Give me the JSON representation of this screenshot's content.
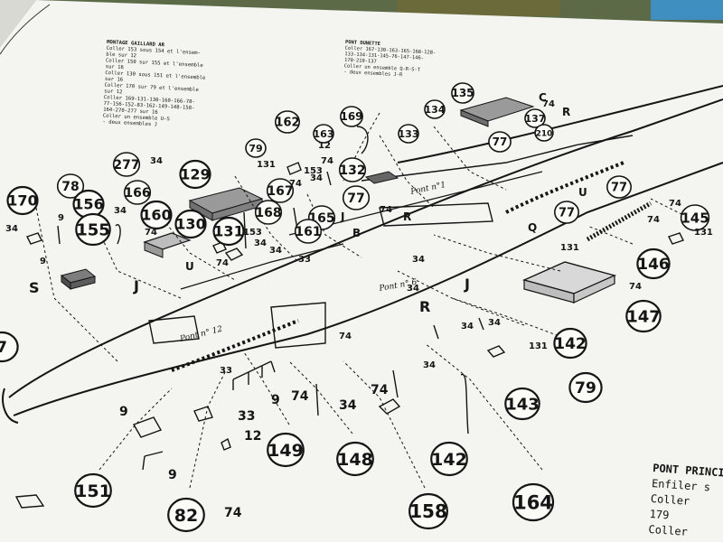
{
  "sheet": {
    "paper_color": "#f4f4f1",
    "ink_color": "#151515",
    "bg_color": "#5c6a48"
  },
  "notes": {
    "left": [
      "MONTAGE GAILLARD AR",
      "Coller 153 sous 154 et l'ensem-",
      "ble sur 12",
      "Coller 150 sur 155 et l'ensemble",
      "sur 16",
      "Coller 130 sous 151 et l'ensemble",
      "sur 16",
      "Coller 170 sur 79 et l'ensemble",
      "sur 12",
      "Coller 169-131-130-160-166-78-",
      "77-156-152-83-162-149-148-158-",
      "164-270-277 sur 16",
      "Coller un ensemble U-S",
      "- deux ensembles J"
    ],
    "center": [
      "PONT DUNETTE",
      "Coller 167-130-163-165-168-128-",
      "133-134-131-145-76-147-146-",
      "170-210-137",
      "Coller un ensemble Q-R-S-T",
      "- deux ensembles J-R"
    ],
    "bottom_right": [
      "PONT PRINCI",
      "Enfiler s",
      "Coller ",
      "179",
      "Coller "
    ]
  },
  "callouts": [
    {
      "id": "c277",
      "label": "277"
    },
    {
      "id": "c129",
      "label": "129"
    },
    {
      "id": "c162",
      "label": "162"
    },
    {
      "id": "c79a",
      "label": "79"
    },
    {
      "id": "c132",
      "label": "132"
    },
    {
      "id": "c170",
      "label": "170"
    },
    {
      "id": "c78",
      "label": "78"
    },
    {
      "id": "c156",
      "label": "156"
    },
    {
      "id": "c155",
      "label": "155"
    },
    {
      "id": "c166",
      "label": "166"
    },
    {
      "id": "c160",
      "label": "160"
    },
    {
      "id": "c130",
      "label": "130"
    },
    {
      "id": "c131",
      "label": "131"
    },
    {
      "id": "c168",
      "label": "168"
    },
    {
      "id": "c167",
      "label": "167"
    },
    {
      "id": "c165",
      "label": "165"
    },
    {
      "id": "c161",
      "label": "161"
    },
    {
      "id": "c77a",
      "label": "77"
    },
    {
      "id": "c163",
      "label": "163"
    },
    {
      "id": "c169",
      "label": "169"
    },
    {
      "id": "c133",
      "label": "133"
    },
    {
      "id": "c134",
      "label": "134"
    },
    {
      "id": "c135",
      "label": "135"
    },
    {
      "id": "c137",
      "label": "137"
    },
    {
      "id": "c210",
      "label": "210"
    },
    {
      "id": "c77b",
      "label": "77"
    },
    {
      "id": "c77c",
      "label": "77"
    },
    {
      "id": "c77d",
      "label": "77"
    },
    {
      "id": "c145",
      "label": "145"
    },
    {
      "id": "c146",
      "label": "146"
    },
    {
      "id": "c147",
      "label": "147"
    },
    {
      "id": "c142a",
      "label": "142"
    },
    {
      "id": "c79b",
      "label": "79"
    },
    {
      "id": "c143",
      "label": "143"
    },
    {
      "id": "c142b",
      "label": "142"
    },
    {
      "id": "c164",
      "label": "164"
    },
    {
      "id": "c158",
      "label": "158"
    },
    {
      "id": "c148",
      "label": "148"
    },
    {
      "id": "c149",
      "label": "149"
    },
    {
      "id": "c82",
      "label": "82"
    },
    {
      "id": "c151",
      "label": "151"
    },
    {
      "id": "c7",
      "label": "7"
    }
  ],
  "numbers": [
    {
      "id": "n34a",
      "label": "34"
    },
    {
      "id": "n131a",
      "label": "131"
    },
    {
      "id": "n74a",
      "label": "74"
    },
    {
      "id": "n153",
      "label": "153"
    },
    {
      "id": "n34b",
      "label": "34"
    },
    {
      "id": "n12",
      "label": "12"
    },
    {
      "id": "n74b",
      "label": "74"
    },
    {
      "id": "n34c",
      "label": "34"
    },
    {
      "id": "n9a",
      "label": "9"
    },
    {
      "id": "n34d",
      "label": "34"
    },
    {
      "id": "n74c",
      "label": "74"
    },
    {
      "id": "n34e",
      "label": "34"
    },
    {
      "id": "n153b",
      "label": "153"
    },
    {
      "id": "n34f",
      "label": "34"
    },
    {
      "id": "n74d",
      "label": "74"
    },
    {
      "id": "n33",
      "label": "33"
    },
    {
      "id": "n9b",
      "label": "9"
    },
    {
      "id": "n74e",
      "label": "74"
    },
    {
      "id": "n34g",
      "label": "34"
    },
    {
      "id": "n131b",
      "label": "131"
    },
    {
      "id": "n74f",
      "label": "74"
    },
    {
      "id": "n74g",
      "label": "74"
    },
    {
      "id": "n74h",
      "label": "74"
    },
    {
      "id": "n34h",
      "label": "34"
    },
    {
      "id": "n131c",
      "label": "131"
    },
    {
      "id": "n34i",
      "label": "34"
    },
    {
      "id": "n131d",
      "label": "131"
    },
    {
      "id": "n34j",
      "label": "34"
    },
    {
      "id": "n74i",
      "label": "74"
    },
    {
      "id": "n33b",
      "label": "33"
    },
    {
      "id": "n33c",
      "label": "33"
    },
    {
      "id": "n9c",
      "label": "9"
    },
    {
      "id": "n74j",
      "label": "74"
    },
    {
      "id": "n34k",
      "label": "34"
    },
    {
      "id": "n74k",
      "label": "74"
    },
    {
      "id": "n12b",
      "label": "12"
    },
    {
      "id": "n74l",
      "label": "74"
    },
    {
      "id": "n9d",
      "label": "9"
    },
    {
      "id": "n9e",
      "label": "9"
    },
    {
      "id": "n34l",
      "label": "34"
    },
    {
      "id": "n74m",
      "label": "74"
    }
  ],
  "letters": [
    {
      "id": "lJ1",
      "label": "J"
    },
    {
      "id": "lJ2",
      "label": "J"
    },
    {
      "id": "lJ3",
      "label": "J"
    },
    {
      "id": "lU1",
      "label": "U"
    },
    {
      "id": "lU2",
      "label": "U"
    },
    {
      "id": "lS",
      "label": "S"
    },
    {
      "id": "lR1",
      "label": "R"
    },
    {
      "id": "lR2",
      "label": "R"
    },
    {
      "id": "lR3",
      "label": "R"
    },
    {
      "id": "lQ",
      "label": "Q"
    },
    {
      "id": "lB",
      "label": "B"
    },
    {
      "id": "lC",
      "label": "C"
    }
  ],
  "deck_labels": [
    {
      "id": "pont12",
      "label": "Pont n° 12"
    },
    {
      "id": "pont6",
      "label": "Pont n° 6"
    },
    {
      "id": "pont1",
      "label": "Pont n°1"
    }
  ]
}
